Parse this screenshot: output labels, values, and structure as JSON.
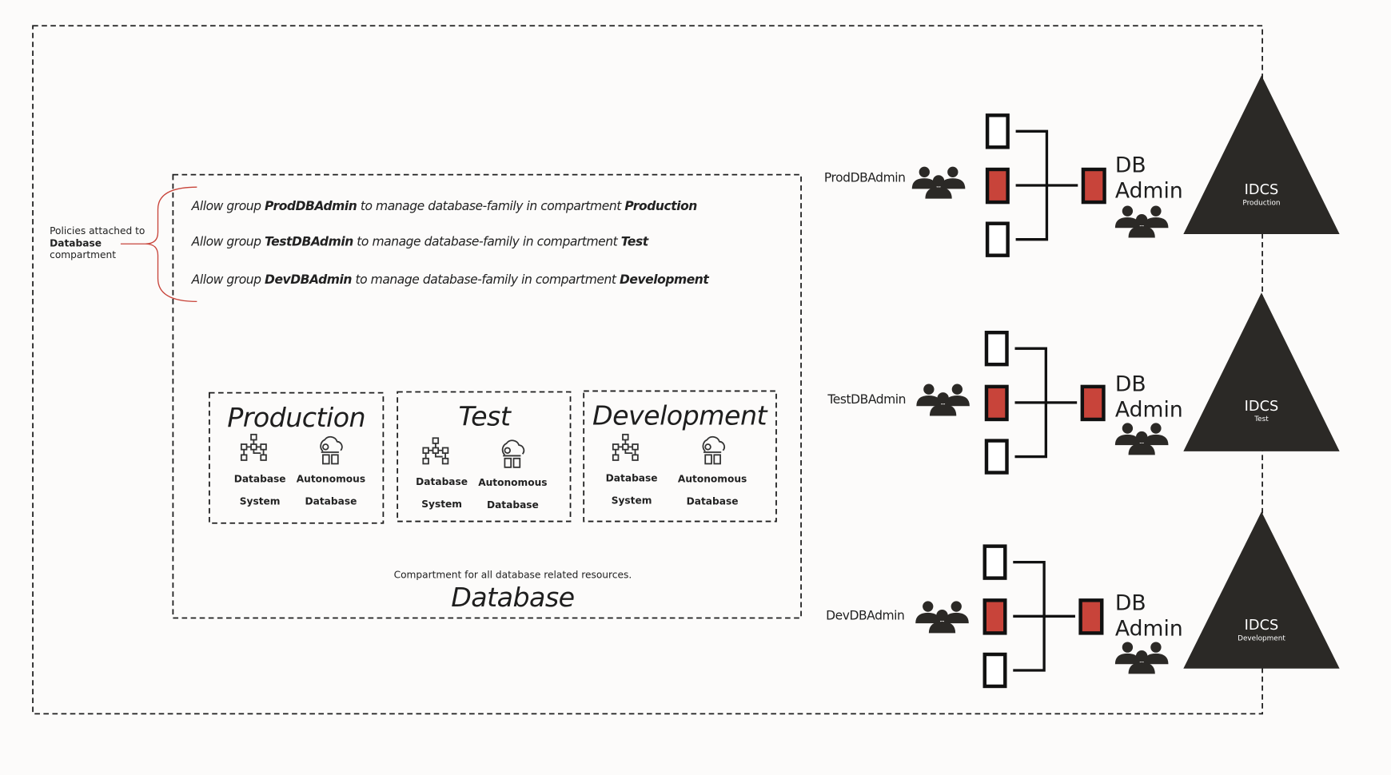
{
  "policies_label": {
    "line1": "Policies attached to",
    "line2": "Database",
    "line3": "compartment"
  },
  "policies": [
    {
      "pre": "Allow group ",
      "group": "ProdDBAdmin",
      "mid": " to manage database-family  in compartment ",
      "compartment": "Production"
    },
    {
      "pre": "Allow group ",
      "group": "TestDBAdmin",
      "mid": " to manage database-family  in compartment ",
      "compartment": "Test"
    },
    {
      "pre": "Allow group ",
      "group": "DevDBAdmin",
      "mid": " to manage database-family in compartment ",
      "compartment": "Development"
    }
  ],
  "compartments": [
    {
      "title": "Production",
      "items": [
        {
          "l1": "Database",
          "l2": "System"
        },
        {
          "l1": "Autonomous",
          "l2": "Database"
        }
      ]
    },
    {
      "title": "Test",
      "items": [
        {
          "l1": "Database",
          "l2": "System"
        },
        {
          "l1": "Autonomous",
          "l2": "Database"
        }
      ]
    },
    {
      "title": "Development",
      "items": [
        {
          "l1": "Database",
          "l2": "System"
        },
        {
          "l1": "Autonomous",
          "l2": "Database"
        }
      ]
    }
  ],
  "database_compartment": {
    "caption": "Compartment for all database related resources.",
    "title": "Database"
  },
  "groups": [
    {
      "name": "ProdDBAdmin",
      "role_l1": "DB",
      "role_l2": "Admin",
      "idcs": "IDCS",
      "idcs_sub": "Production"
    },
    {
      "name": "TestDBAdmin",
      "role_l1": "DB",
      "role_l2": "Admin",
      "idcs": "IDCS",
      "idcs_sub": "Test"
    },
    {
      "name": "DevDBAdmin",
      "role_l1": "DB",
      "role_l2": "Admin",
      "idcs": "IDCS",
      "idcs_sub": "Development"
    }
  ],
  "colors": {
    "accent_red": "#c8443a",
    "dark": "#2b2926",
    "brace": "#c8443a"
  }
}
